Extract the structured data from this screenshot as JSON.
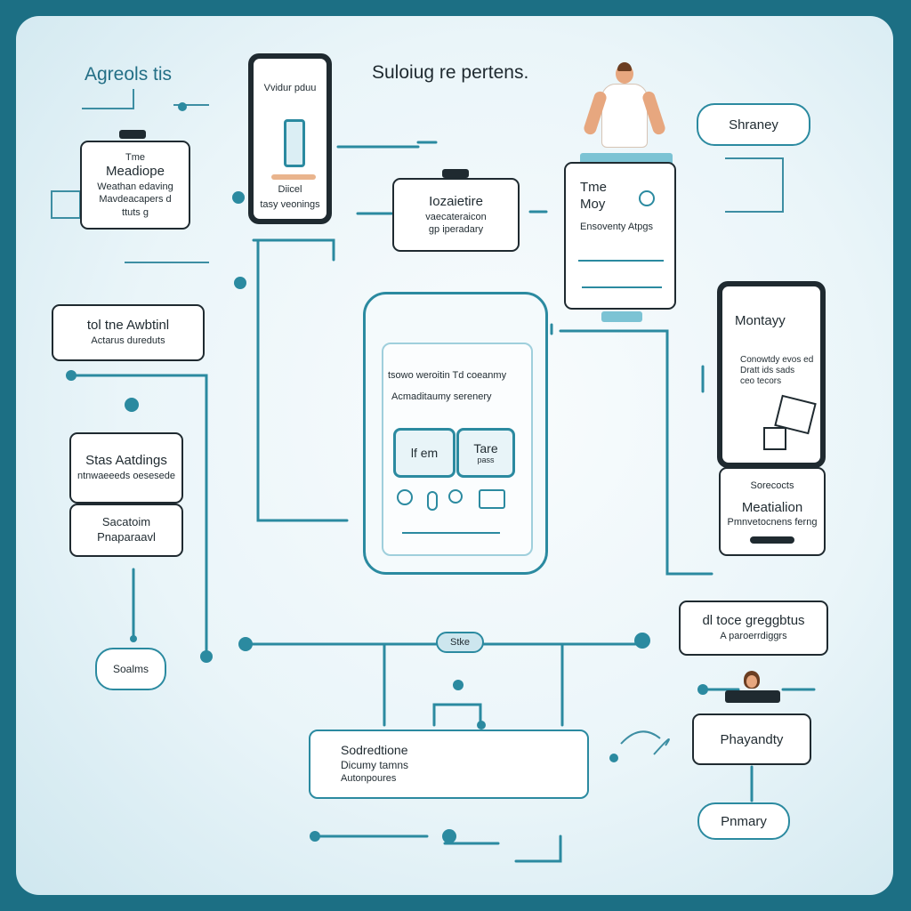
{
  "titles": {
    "left": "Agreols tis",
    "center": "Suloiug re pertens."
  },
  "phone_top": {
    "line1": "Vvidur pduu",
    "line2": "Diicel",
    "line3": "tasy veonings"
  },
  "box_left_top": {
    "line1": "Tme",
    "line2": "Meadiope",
    "line3": "Weathan edaving",
    "line4": "Mavdeacapers d",
    "line5": "ttuts g"
  },
  "box_center_top": {
    "line1": "Iozaietire",
    "line2": "vaecateraicon",
    "line3": "gp iperadary"
  },
  "doctor_card": {
    "line1": "Tme",
    "line2": "Moy",
    "line3": "Ensoventy Atpgs"
  },
  "pill_top_right": "Shraney",
  "box_left_mid": {
    "line1": "tol tne Awbtinl",
    "line2": "Actarus dureduts"
  },
  "tablet": {
    "line1": "tsowo weroitin  Td  coeanmy",
    "line2": "Acmaditaumy serenery",
    "btn_left": "lf em",
    "btn_right": "Tare",
    "btn_right_sub": "pass"
  },
  "phone_right": {
    "title": "Montayy",
    "text1": "Conowtdy evos ed",
    "text2": "Dratt ids sads",
    "text3": "ceo tecors"
  },
  "box_right_mid": {
    "line1": "Sorecocts",
    "line2": "Meatialion",
    "line3": "Pmnvetocnens ferng"
  },
  "box_left_stack": {
    "top_line1": "Stas Aatdings",
    "top_line2": "ntnwaeeeds oesesede",
    "bottom_line1": "Sacatoim",
    "bottom_line2": "Pnaparaavl"
  },
  "pill_left_bottom": "Soalms",
  "hub_label": "Stke",
  "box_right_lower": {
    "line1": "dl toce greggbtus",
    "line2": "A paroerrdiggrs"
  },
  "box_bottom_center": {
    "line1": "Sodredtione",
    "line2": "Dicumy tamns",
    "line3": "Autonpoures"
  },
  "box_pharmacy": "Phayandty",
  "pill_bottom_right": "Pnmary",
  "colors": {
    "teal": "#2b8aa0",
    "dark": "#1f2a30",
    "frame": "#1c6f84"
  }
}
